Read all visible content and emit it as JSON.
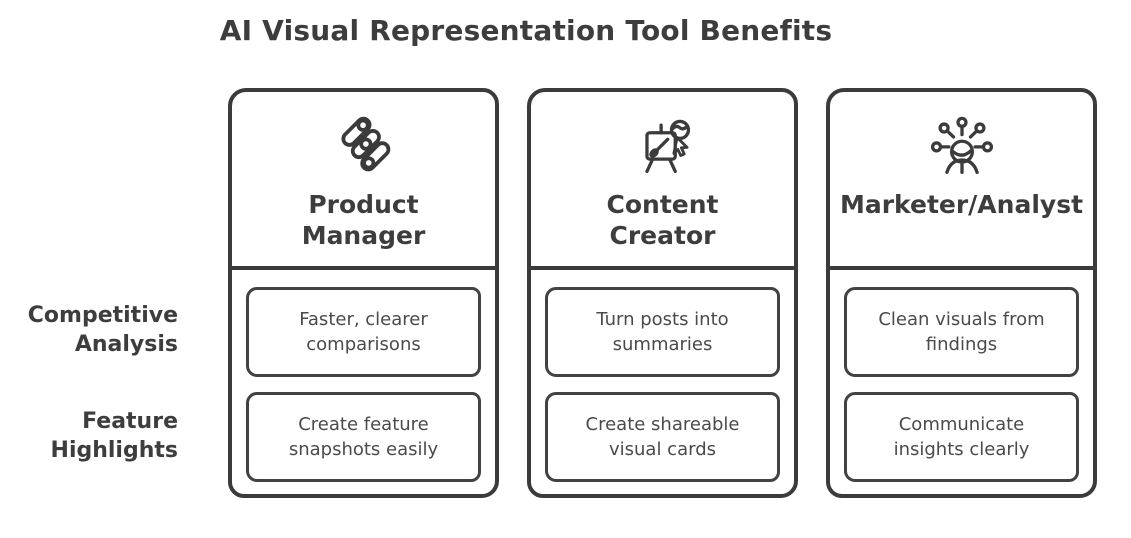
{
  "title": "AI Visual Representation Tool Benefits",
  "colors": {
    "stroke": "#3b3b3b",
    "heading_text": "#3d3d3d",
    "body_text": "#4a4a4a",
    "background": "#ffffff"
  },
  "rows": [
    {
      "label_lines": [
        "Competitive",
        "Analysis"
      ]
    },
    {
      "label_lines": [
        "Feature",
        "Highlights"
      ]
    }
  ],
  "columns": [
    {
      "icon": "sketch-diagonal-bars-icon",
      "title_lines": [
        "Product",
        "Manager"
      ],
      "cells": [
        {
          "lines": [
            "Faster, clearer",
            "comparisons"
          ]
        },
        {
          "lines": [
            "Create feature",
            "snapshots easily"
          ]
        }
      ]
    },
    {
      "icon": "easel-painter-cursor-icon",
      "title_lines": [
        "Content",
        "Creator"
      ],
      "cells": [
        {
          "lines": [
            "Turn posts into",
            "summaries"
          ]
        },
        {
          "lines": [
            "Create shareable",
            "visual cards"
          ]
        }
      ]
    },
    {
      "icon": "person-network-ideas-icon",
      "title_lines": [
        "Marketer/Analyst"
      ],
      "cells": [
        {
          "lines": [
            "Clean visuals from",
            "findings"
          ]
        },
        {
          "lines": [
            "Communicate",
            "insights clearly"
          ]
        }
      ]
    }
  ]
}
